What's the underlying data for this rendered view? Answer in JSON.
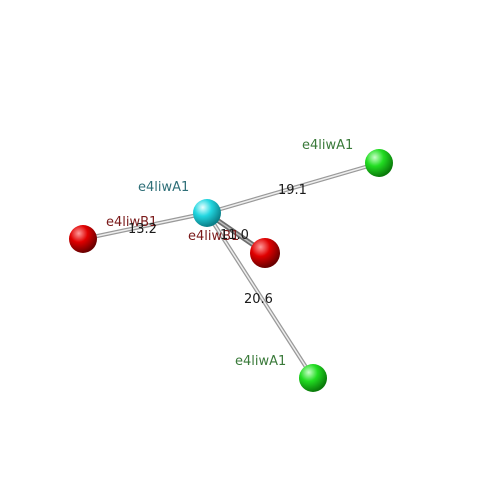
{
  "colors": {
    "background": "#ffffff",
    "center_node": "#22d6e0",
    "red_node": "#e00000",
    "green_node": "#22dd22",
    "bond": "#cfcfcf",
    "label_teal": "#2f6f78",
    "label_dark_red": "#7a1a1a",
    "label_green": "#3a7a3a",
    "distance_text": "#1a1a1a"
  },
  "nodes": [
    {
      "id": "center",
      "label": "e4liwA1",
      "type": "center-node",
      "color_key": "center_node",
      "label_color_key": "label_teal"
    },
    {
      "id": "right-green",
      "label": "e4liwA1",
      "type": "green-node",
      "color_key": "green_node",
      "label_color_key": "label_green"
    },
    {
      "id": "bottom-green",
      "label": "e4liwA1",
      "type": "green-node",
      "color_key": "green_node",
      "label_color_key": "label_green"
    },
    {
      "id": "left-red",
      "label": "e4liwB1",
      "type": "red-node",
      "color_key": "red_node",
      "label_color_key": "label_dark_red"
    },
    {
      "id": "near-red",
      "label": "e4liwB1",
      "type": "red-node",
      "color_key": "red_node",
      "label_color_key": "label_dark_red"
    }
  ],
  "edges": [
    {
      "from": "center",
      "to": "right-green",
      "distance": "19.1"
    },
    {
      "from": "center",
      "to": "bottom-green",
      "distance": "20.6"
    },
    {
      "from": "center",
      "to": "left-red",
      "distance": "13.2"
    },
    {
      "from": "center",
      "to": "near-red",
      "distance": "11.0"
    }
  ]
}
